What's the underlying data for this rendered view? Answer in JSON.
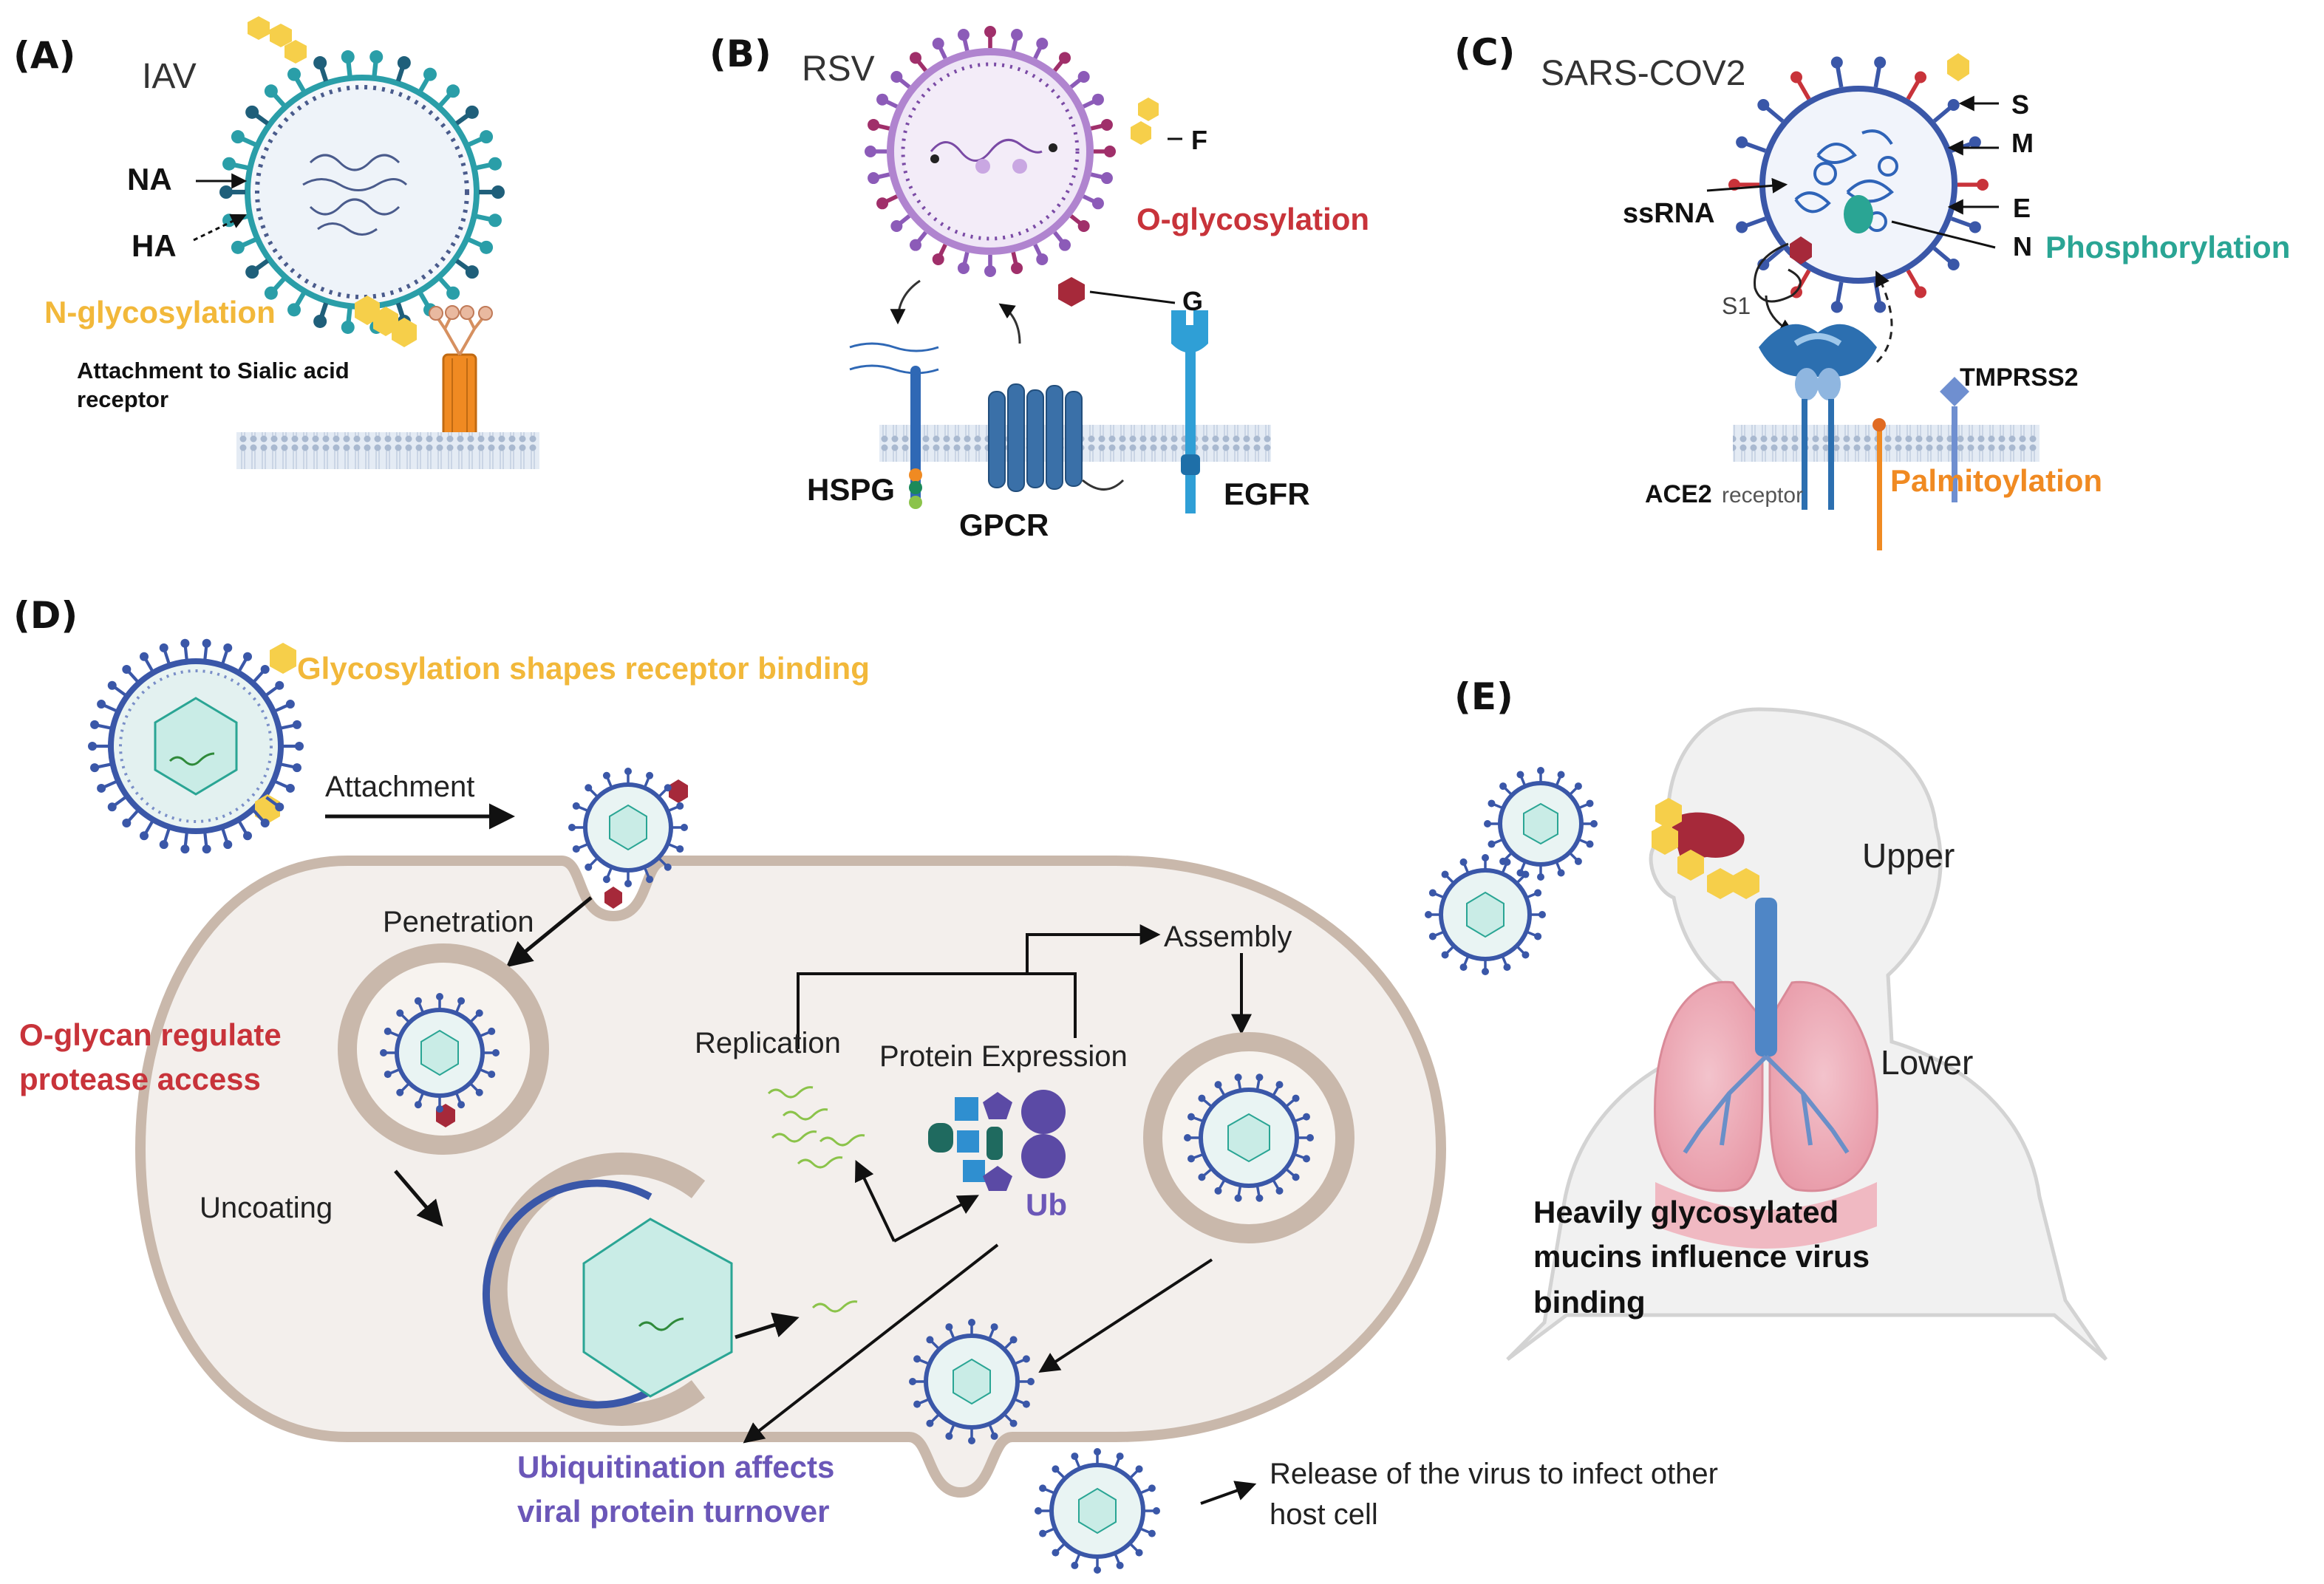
{
  "panels": {
    "A": {
      "letter": "(A)",
      "virus": "IAV",
      "na": "NA",
      "ha": "HA",
      "modification": "N-glycosylation",
      "attachment_line1": "Attachment to Sialic acid",
      "attachment_line2": "receptor"
    },
    "B": {
      "letter": "(B)",
      "virus": "RSV",
      "f": "F",
      "g": "G",
      "modification": "O-glycosylation",
      "hspg": "HSPG",
      "gpcr": "GPCR",
      "egfr": "EGFR"
    },
    "C": {
      "letter": "(C)",
      "virus": "SARS-COV2",
      "s": "S",
      "m": "M",
      "e": "E",
      "n": "N",
      "ssrna": "ssRNA",
      "phosphorylation": "Phosphorylation",
      "s1": "S1",
      "tmprss2": "TMPRSS2",
      "ace2": "ACE2",
      "receptor": "receptor",
      "palmitoylation": "Palmitoylation"
    },
    "D": {
      "letter": "(D)",
      "glyco_note": "Glycosylation shapes receptor binding",
      "attachment": "Attachment",
      "penetration": "Penetration",
      "oglycan_line1": "O-glycan regulate",
      "oglycan_line2": "protease access",
      "uncoating": "Uncoating",
      "replication": "Replication",
      "protein_expression": "Protein Expression",
      "assembly": "Assembly",
      "ub": "Ub",
      "ubiq_line1": "Ubiquitination affects",
      "ubiq_line2": "viral protein turnover",
      "release_line1": "Release of the virus to infect other",
      "release_line2": "host cell"
    },
    "E": {
      "letter": "(E)",
      "upper": "Upper",
      "lower": "Lower",
      "mucin_line1": "Heavily glycosylated",
      "mucin_line2": "mucins influence virus",
      "mucin_line3": "binding"
    }
  },
  "colors": {
    "n_glyco": "#f2b83a",
    "o_glyco": "#c8333a",
    "phospho": "#2aa594",
    "palmitoyl": "#f08a22",
    "ubiquitin": "#6b57b8",
    "iav_spike": "#2a9ea8",
    "rsv_spike": "#8c5bb8",
    "sars_spike": "#3a57a8",
    "cell_fill": "#f3efec",
    "cell_border": "#c9b8ab"
  }
}
